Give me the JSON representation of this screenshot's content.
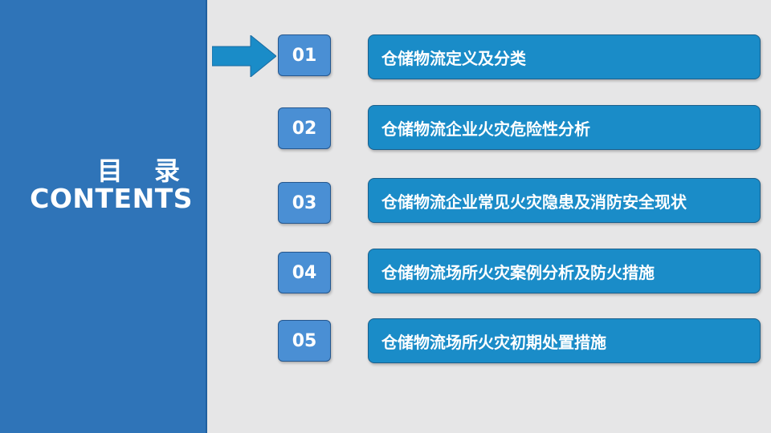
{
  "heading": {
    "chinese": "目 录",
    "english": "CONTENTS"
  },
  "items": [
    {
      "number": "01",
      "title": "仓储物流定义及分类"
    },
    {
      "number": "02",
      "title": "仓储物流企业火灾危险性分析"
    },
    {
      "number": "03",
      "title": "仓储物流企业常见火灾隐患及消防安全现状"
    },
    {
      "number": "04",
      "title": "仓储物流场所火灾案例分析及防火措施"
    },
    {
      "number": "05",
      "title": "仓储物流场所火灾初期处置措施"
    }
  ],
  "colors": {
    "left_panel": "#2f74b8",
    "number_box": "#4a8fd4",
    "title_box": "#1a8cc8",
    "background": "#e6e6e7",
    "arrow": "#1a8cc8"
  },
  "icons": {
    "indicator": "right-arrow-icon"
  }
}
